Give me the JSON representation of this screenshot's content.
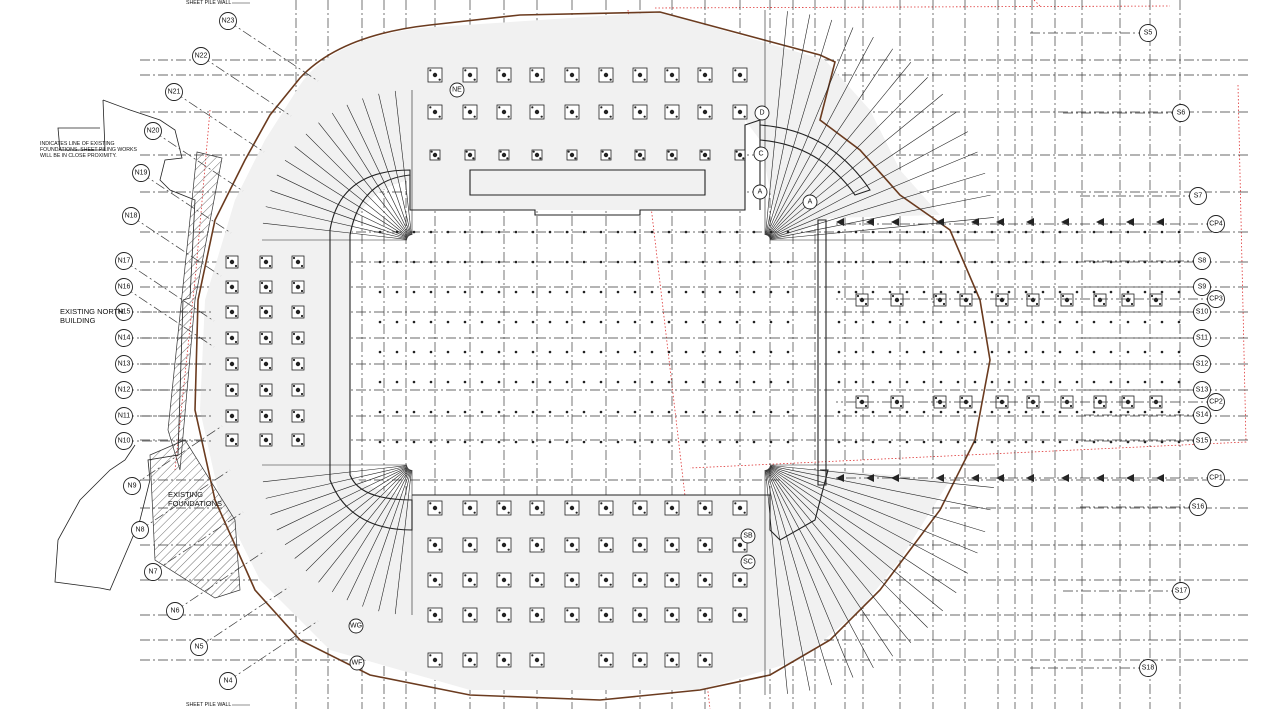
{
  "labels": {
    "sheet_pile_top": "SHEET PILE WALL",
    "sheet_pile_bottom": "SHEET PILE WALL",
    "note_line1": "INDICATES LINE OF EXISTING",
    "note_line2": "FOUNDATIONS. SHEET PILING WORKS",
    "note_line3": "WILL BE IN CLOSE PROXIMITY.",
    "north_building_1": "EXISTING NORTH",
    "north_building_2": "BUILDING",
    "existing_found_1": "EXISTING",
    "existing_found_2": "FOUNDATIONS"
  },
  "north_bubbles": [
    "N23",
    "N22",
    "N21",
    "N20",
    "N19",
    "N18",
    "N17",
    "N16",
    "N15",
    "N14",
    "N13",
    "N12",
    "N11",
    "N10",
    "N9",
    "N8",
    "N7",
    "N6",
    "N5",
    "N4"
  ],
  "south_bubbles": [
    "S5",
    "S6",
    "S7",
    "S8",
    "S9",
    "S10",
    "S11",
    "S12",
    "S13",
    "S14",
    "S15",
    "S16",
    "S17",
    "S18"
  ],
  "cp_bubbles": [
    "CP4",
    "CP3",
    "CP2",
    "CP1"
  ],
  "inner_bubbles": [
    "NE",
    "D",
    "C",
    "A",
    "A",
    "SB",
    "SC",
    "WG",
    "WF"
  ],
  "colors": {
    "outline": "#6b3b1f",
    "lines": "#3a3a3a",
    "boundary": "#dd3333",
    "fill": "#f1f1f1"
  }
}
